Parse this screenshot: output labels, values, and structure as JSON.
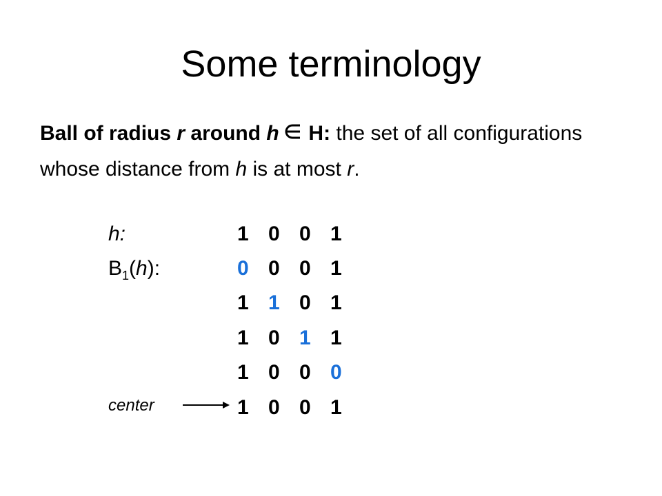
{
  "title": "Some terminology",
  "definition": {
    "bold_prefix_1": "Ball of radius ",
    "bold_var_r": "r",
    "bold_prefix_2": " around ",
    "bold_var_h": "h",
    "bold_set": "H:",
    "text_1": " the set of all configurations whose distance from ",
    "var_h": "h",
    "text_2": " is at most ",
    "var_r": "r",
    "text_3": "."
  },
  "labels": {
    "h_label": "h:",
    "ball_B": "B",
    "ball_sub": "1",
    "ball_paren_open": "(",
    "ball_h": "h",
    "ball_paren_close": "):",
    "center": "center"
  },
  "rows": [
    {
      "bits": [
        "1",
        "0",
        "0",
        "1"
      ],
      "highlight": -1
    },
    {
      "bits": [
        "0",
        "0",
        "0",
        "1"
      ],
      "highlight": 0
    },
    {
      "bits": [
        "1",
        "1",
        "0",
        "1"
      ],
      "highlight": 1
    },
    {
      "bits": [
        "1",
        "0",
        "1",
        "1"
      ],
      "highlight": 2
    },
    {
      "bits": [
        "1",
        "0",
        "0",
        "0"
      ],
      "highlight": 3
    },
    {
      "bits": [
        "1",
        "0",
        "0",
        "1"
      ],
      "highlight": -1
    }
  ],
  "colors": {
    "highlight": "#1a70d9"
  }
}
